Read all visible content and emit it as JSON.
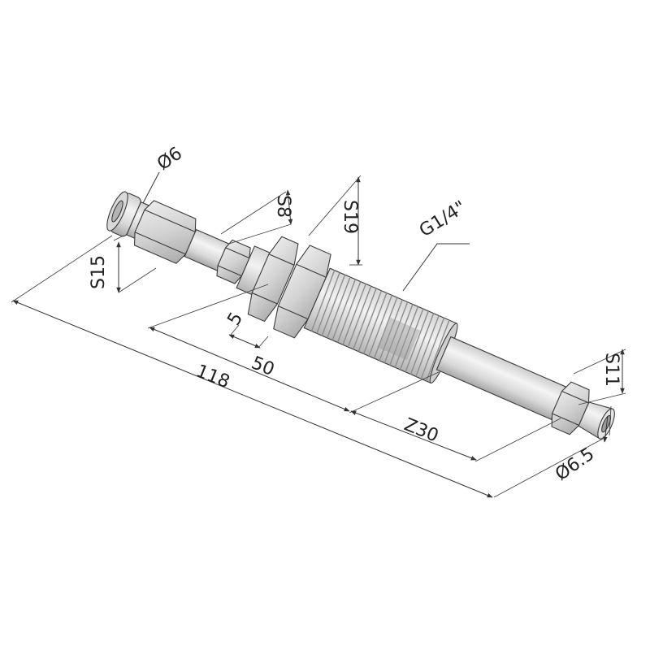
{
  "dimensions": {
    "dia_left": "Ø6",
    "hex_left": "S15",
    "hex_small": "S8",
    "hex_large": "S19",
    "thread": "G1/4\"",
    "nut_width": "5",
    "length_50": "50",
    "length_total": "118",
    "length_30": "Z30",
    "hex_right": "S11",
    "dia_right": "Ø6.5"
  },
  "colors": {
    "metal_light": "#e9e9e9",
    "metal_mid": "#cfcfcf",
    "metal_dark": "#a9a9a9",
    "line": "#333333"
  }
}
